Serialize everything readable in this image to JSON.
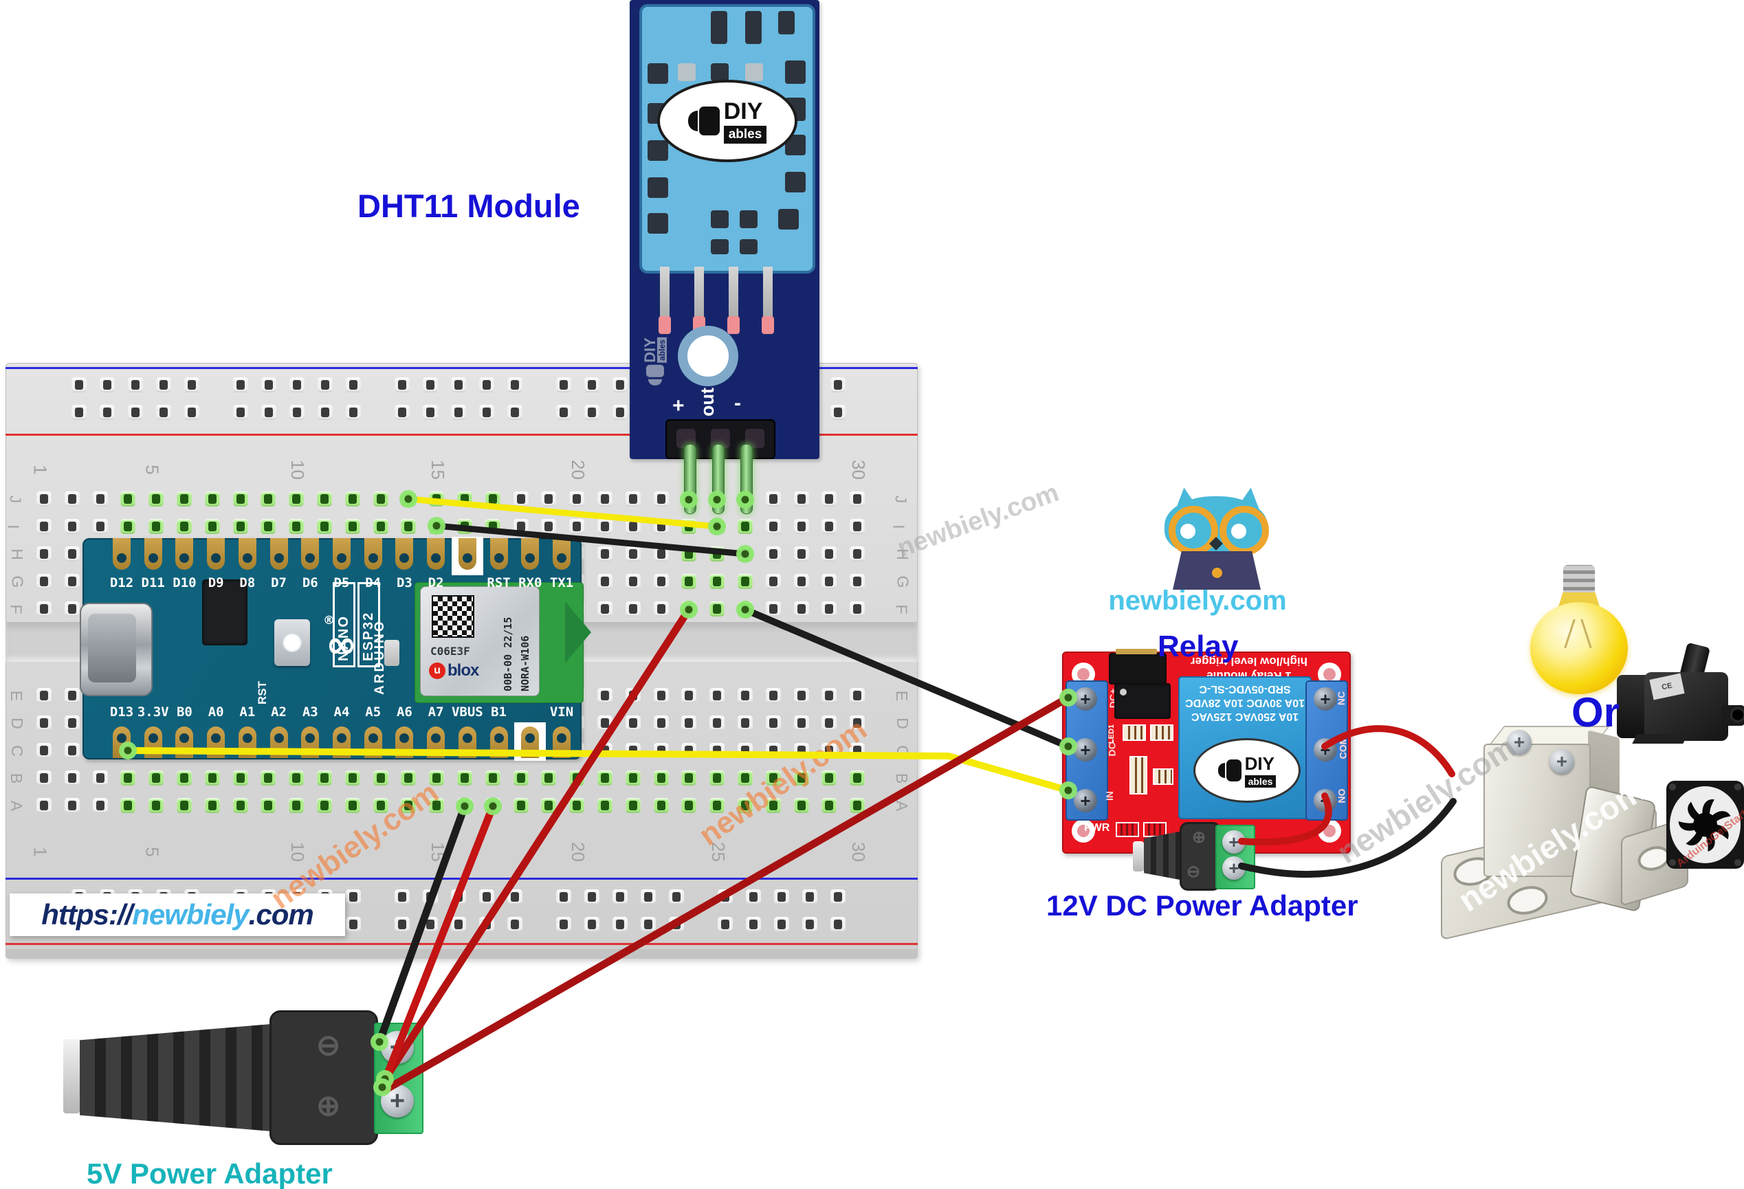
{
  "labels": {
    "dht11_module": "DHT11 Module",
    "relay": "Relay",
    "adapter_12v": "12V DC Power Adapter",
    "adapter_5v": "5V Power Adapter",
    "or": "Or"
  },
  "url_plate": {
    "protocol": "https://",
    "domain": "newbiely",
    "tld": ".com"
  },
  "owl": {
    "caption": "newbiely.com"
  },
  "logo": {
    "diy": "DIY",
    "ables": "ables"
  },
  "breadboard": {
    "column_numbers": [
      "1",
      "5",
      "10",
      "15",
      "20",
      "25",
      "30"
    ],
    "row_letters_top": [
      "J",
      "I",
      "H",
      "G",
      "F"
    ],
    "row_letters_bottom": [
      "E",
      "D",
      "C",
      "B",
      "A"
    ]
  },
  "arduino": {
    "pins_top": [
      "D12",
      "D11",
      "D10",
      "D9",
      "D8",
      "D7",
      "D6",
      "D5",
      "D4",
      "D3",
      "D2",
      "RST",
      "RX0",
      "TX1"
    ],
    "pins_bottom": [
      "D13",
      "3.3V",
      "B0",
      "A0",
      "A1",
      "A2",
      "A3",
      "A4",
      "A5",
      "A6",
      "A7",
      "VBUS",
      "B1",
      "VIN"
    ],
    "silk_nano": "NANO",
    "silk_esp32": "ESP32",
    "silk_brand": "ARDUINO",
    "silk_reg": "®",
    "silk_infinity": "∞",
    "silk_rst": "RST",
    "ublox_code": "C06E3F",
    "ublox_brand_u": "u",
    "ublox_brand_rest": "blox",
    "ublox_line1": "00B-00 22/15",
    "ublox_line2": "NORA-W106"
  },
  "dht11": {
    "pin_plus": "+",
    "pin_out": "out",
    "pin_minus": "-"
  },
  "relay_module": {
    "title_line1": "1 Relay Module",
    "title_line2": "high/low level trigger",
    "relay_text_top": "SRD-05VDC-SL-C",
    "relay_text_mid": "10A 30VDC 10A 28VDC",
    "relay_text_bot": "10A 250VAC 125VAC",
    "pwr": "PWR",
    "led": "LED1",
    "terminals_left": [
      "DC+",
      "DC-",
      "IN"
    ],
    "terminals_right": [
      "NC",
      "COM",
      "NO"
    ]
  },
  "adapters": {
    "plus": "⊕",
    "minus": "⊖"
  },
  "pump": {
    "cert": "CE"
  },
  "watermarks": {
    "site": "newbiely.com",
    "fan": "ArduinoGetStarted.com"
  },
  "wire_colors": {
    "signal": "#f5ea07",
    "power": "#c41414",
    "ground": "#1c1c1c"
  }
}
